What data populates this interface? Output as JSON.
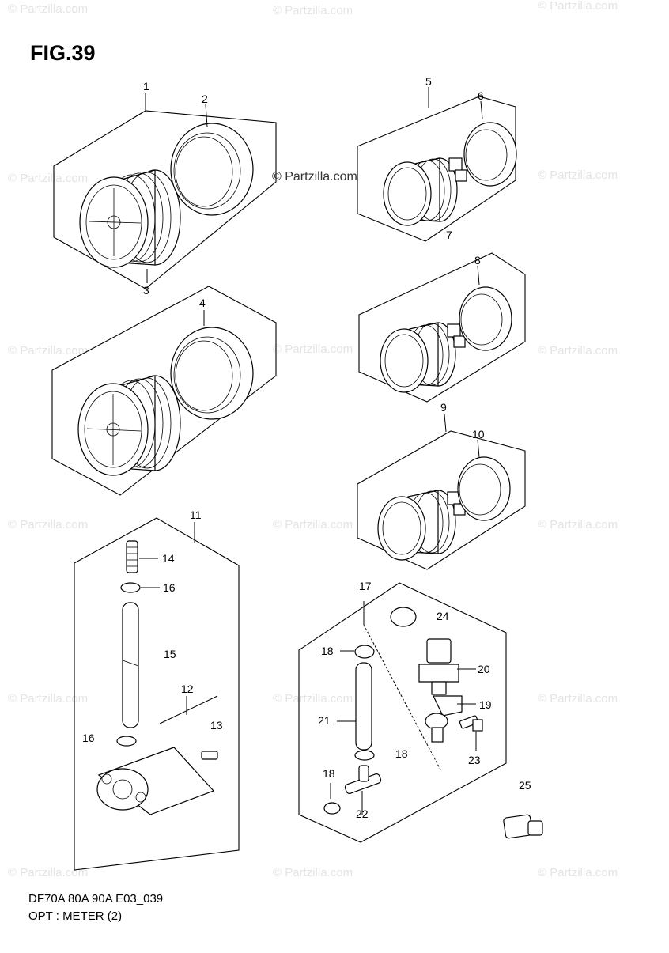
{
  "figure": {
    "title": "FIG.39",
    "code": "DF70A 80A 90A E03_039",
    "caption": "OPT : METER (2)"
  },
  "watermark": {
    "text": "© Partzilla.com",
    "center_text": "© Partzilla.com"
  },
  "callouts": [
    "1",
    "2",
    "3",
    "4",
    "5",
    "6",
    "7",
    "8",
    "9",
    "10",
    "11",
    "12",
    "13",
    "14",
    "15",
    "16",
    "16",
    "17",
    "18",
    "18",
    "18",
    "19",
    "20",
    "21",
    "22",
    "23",
    "24",
    "25"
  ]
}
